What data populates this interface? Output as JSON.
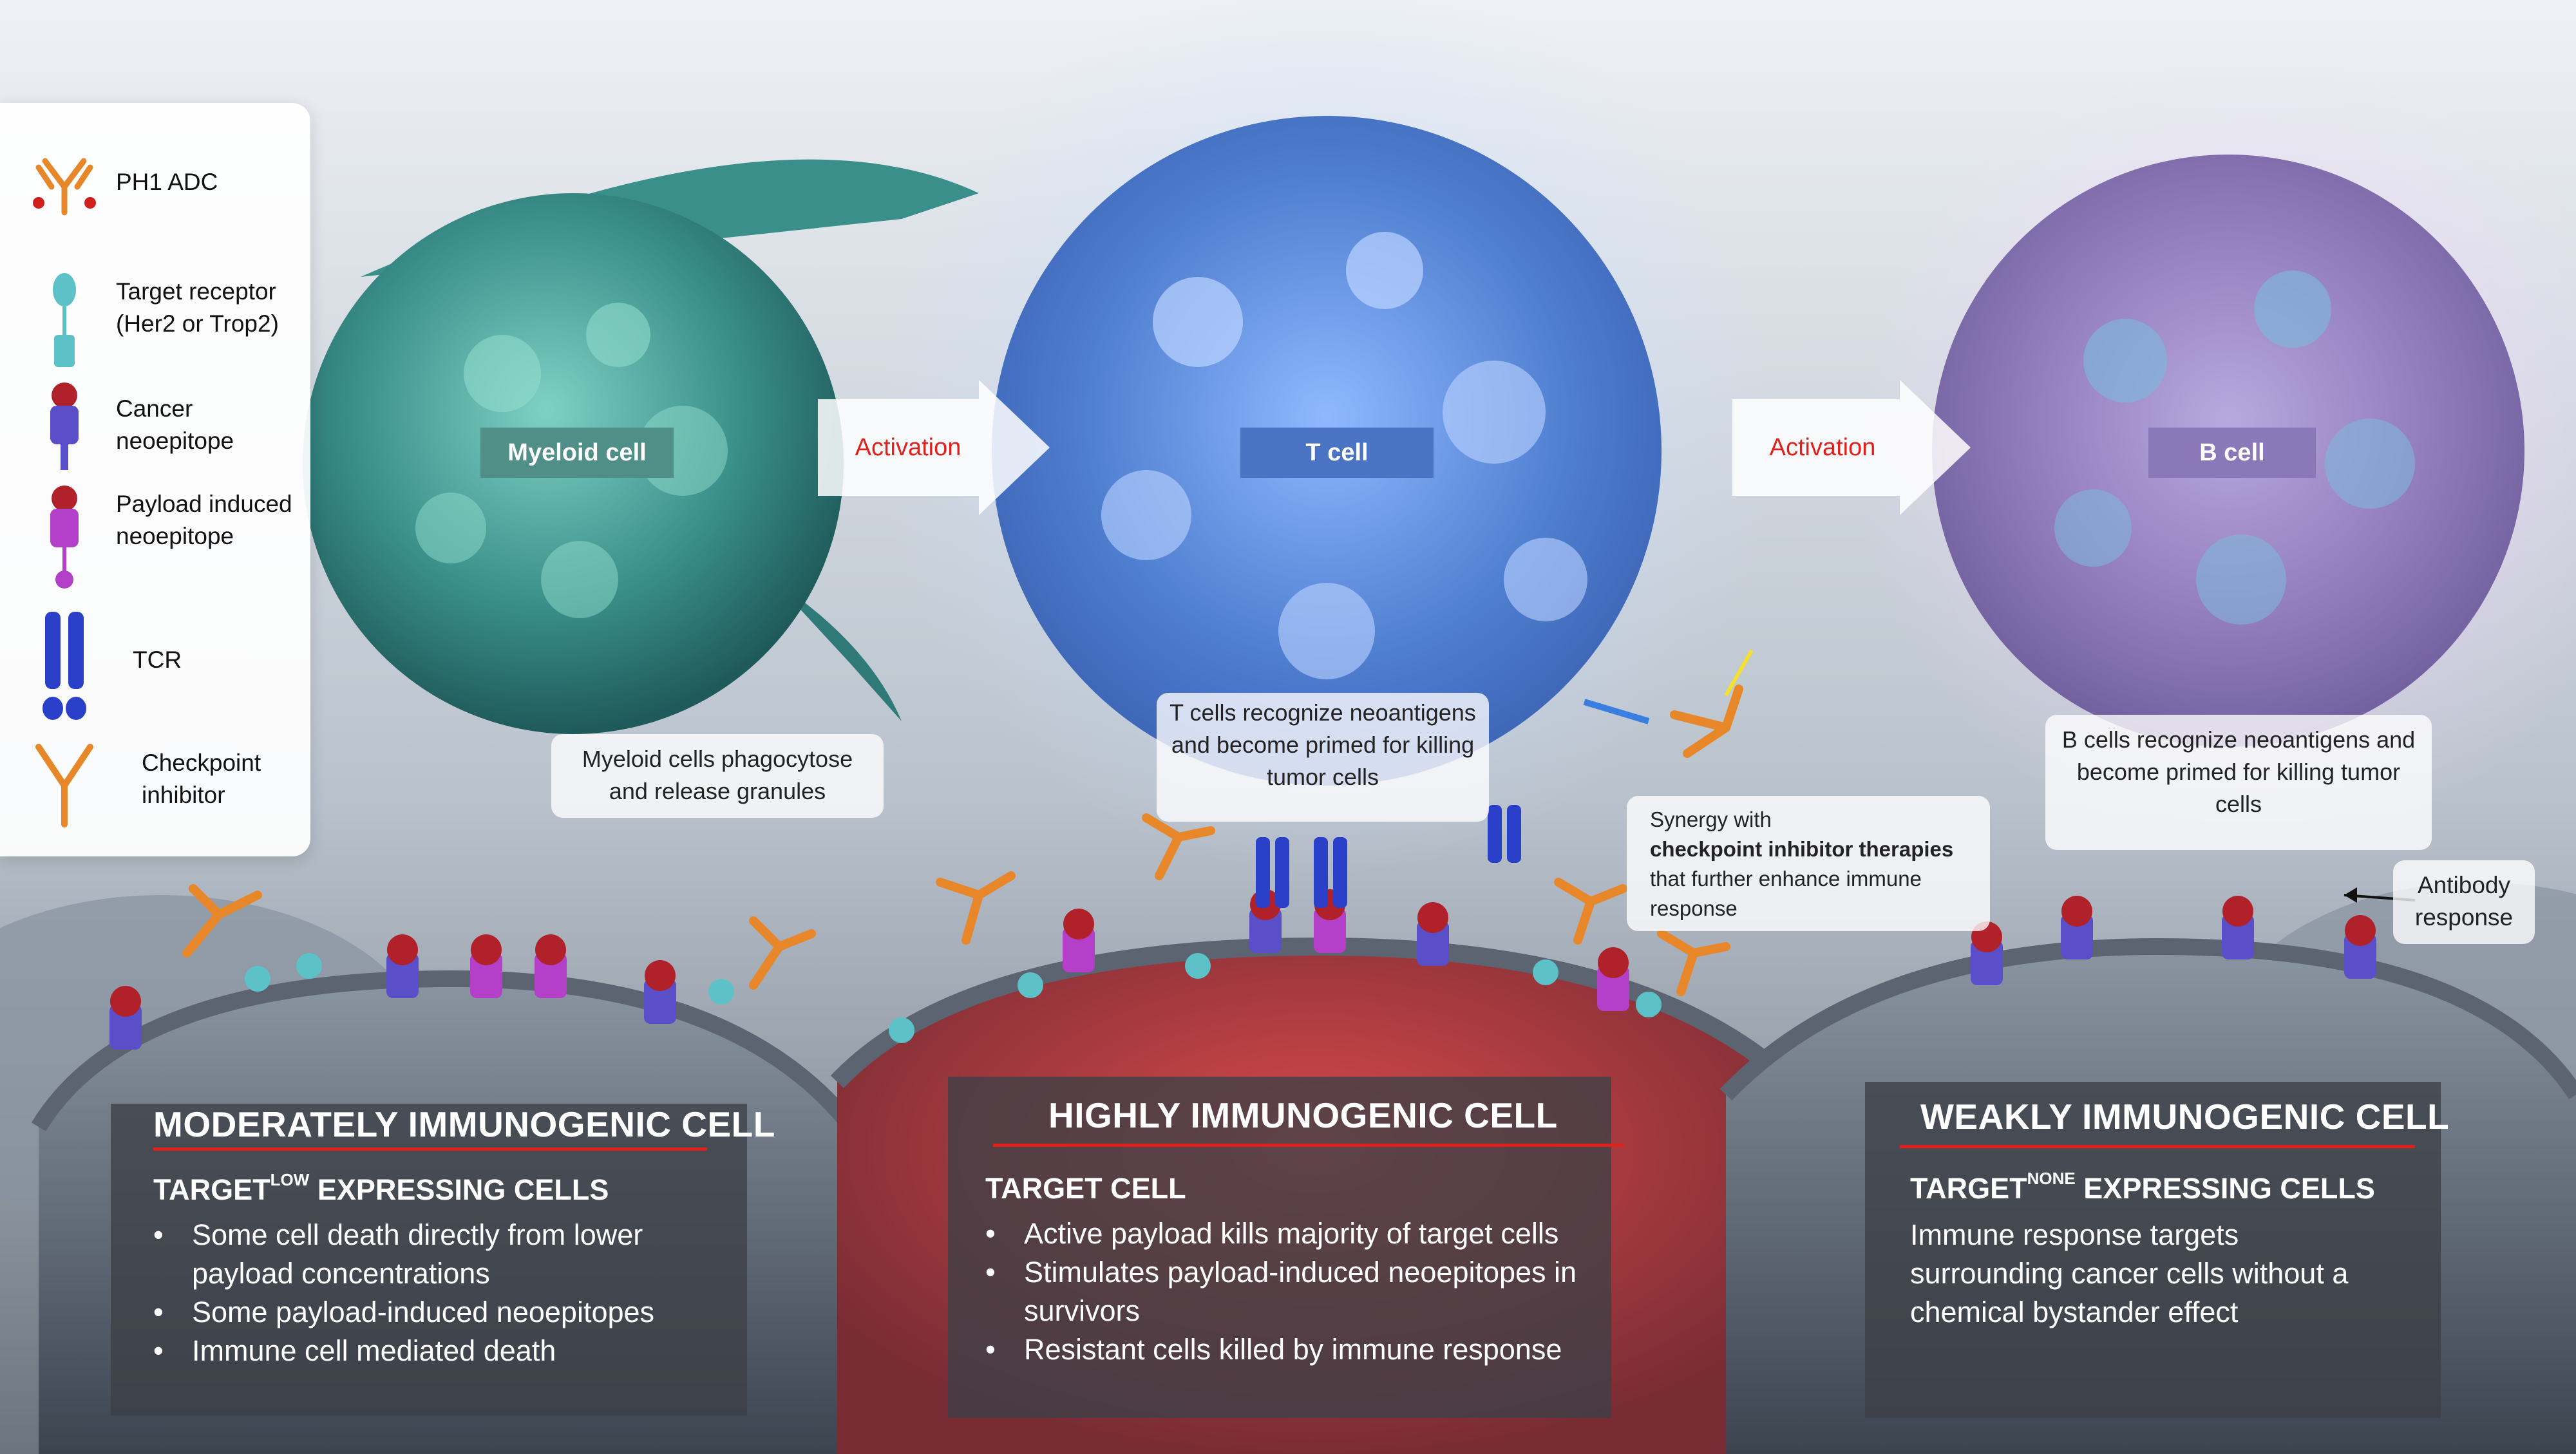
{
  "legend": {
    "items": [
      {
        "label": "PH1 ADC",
        "icon": "adc-antibody-icon"
      },
      {
        "label": "Target receptor (Her2 or Trop2)",
        "icon": "target-receptor-icon"
      },
      {
        "label": "Cancer neoepitope",
        "icon": "cancer-neoepitope-icon"
      },
      {
        "label": "Payload induced neoepitope",
        "icon": "payload-neoepitope-icon"
      },
      {
        "label": "TCR",
        "icon": "tcr-icon"
      },
      {
        "label": "Checkpoint inhibitor",
        "icon": "checkpoint-inhibitor-icon"
      }
    ]
  },
  "cells": {
    "myeloid": {
      "label": "Myeloid cell",
      "note": "Myeloid cells phagocytose and release granules"
    },
    "tcell": {
      "label": "T cell",
      "note": "T cells recognize neoantigens and become primed for killing tumor cells"
    },
    "bcell": {
      "label": "B cell",
      "note": "B cells recognize neoantigens and become primed for killing tumor cells"
    }
  },
  "arrows": {
    "activation_1": "Activation",
    "activation_2": "Activation"
  },
  "synergy": {
    "line1": "Synergy with",
    "bold": "checkpoint inhibitor therapies",
    "rest": " that further enhance immune response"
  },
  "antibody": {
    "label": "Antibody response"
  },
  "panels": {
    "moderate": {
      "title": "MODERATELY IMMUNOGENIC CELL",
      "sub_prefix": "TARGET",
      "sub_sup": "LOW",
      "sub_suffix": " EXPRESSING CELLS",
      "bullets": [
        "Some cell death directly from lower payload concentrations",
        "Some payload-induced neoepitopes",
        "Immune cell mediated death"
      ]
    },
    "high": {
      "title": "HIGHLY IMMUNOGENIC CELL",
      "sub": "TARGET CELL",
      "bullets": [
        "Active payload kills majority of target cells",
        "Stimulates payload-induced neoepitopes in survivors",
        "Resistant cells killed by immune response"
      ]
    },
    "weak": {
      "title": "WEAKLY IMMUNOGENIC CELL",
      "sub_prefix": "TARGET",
      "sub_sup": "NONE",
      "sub_suffix": " EXPRESSING CELLS",
      "text": "Immune response targets surrounding cancer cells without a chemical bystander effect"
    }
  },
  "colors": {
    "accent_red": "#e0201c",
    "myeloid_cell": "#3d8f8a",
    "t_cell": "#4f7fd0",
    "b_cell": "#8f7ab8",
    "antibody_orange": "#e8872a",
    "receptor_teal": "#5cc2c8",
    "neoepitope_blue": "#5a4fc8",
    "neoepitope_purple": "#b43fc8"
  }
}
